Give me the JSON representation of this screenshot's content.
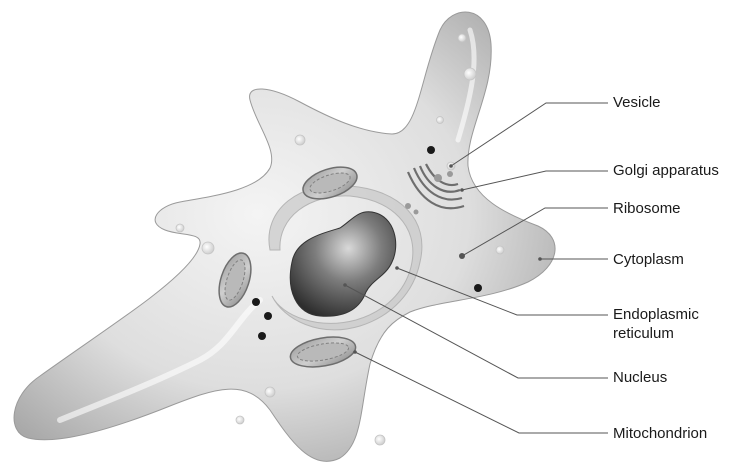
{
  "labels": {
    "vesicle": "Vesicle",
    "golgi": "Golgi apparatus",
    "ribosome": "Ribosome",
    "cytoplasm": "Cytoplasm",
    "er_line1": "Endoplasmic",
    "er_line2": "reticulum",
    "nucleus": "Nucleus",
    "mitochondrion": "Mitochondrion"
  },
  "colors": {
    "leader": "#555555",
    "text": "#1a1a1a"
  }
}
